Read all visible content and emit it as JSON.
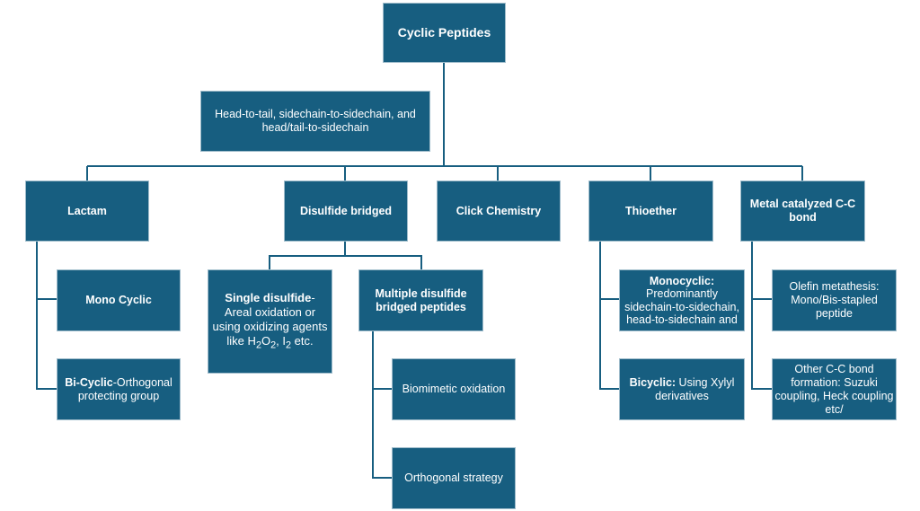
{
  "colors": {
    "box": "#175E80",
    "line": "#175E80",
    "text": "#FFFFFF"
  },
  "root": "Cyclic Peptides",
  "linkage": "Head-to-tail, sidechain-to-sidechain, and head/tail-to-sidechain",
  "categories": {
    "lactam": {
      "label": "Lactam",
      "children": {
        "mono": "Mono Cyclic",
        "bi_bold": "Bi-Cyclic",
        "bi_rest": "-Orthogonal protecting group"
      }
    },
    "disulfide": {
      "label": "Disulfide bridged",
      "single": {
        "bold": "Single disulfide",
        "rest": "- Areal oxidation or using oxidizing agents like",
        "h": "H",
        "sub2a": "2",
        "o": "O",
        "sub2b": "2",
        "comma_i": ", I",
        "sub2c": "2",
        "etc": " etc."
      },
      "multiple": {
        "label": "Multiple disulfide bridged peptides",
        "children": {
          "biomimetic": "Biomimetic oxidation",
          "orthogonal": "Orthogonal strategy"
        }
      }
    },
    "click": {
      "label": "Click Chemistry"
    },
    "thioether": {
      "label": "Thioether",
      "children": {
        "mono_bold": "Monocyclic:",
        "mono_rest": "Predominantly sidechain-to-sidechain, head-to-sidechain  and",
        "bi_bold": "Bicyclic:",
        "bi_rest": " Using Xylyl derivatives"
      }
    },
    "metal": {
      "label": "Metal catalyzed C-C bond",
      "children": {
        "olefin": "Olefin metathesis: Mono/Bis-stapled peptide",
        "other": "Other C-C bond formation: Suzuki coupling, Heck coupling etc/"
      }
    }
  }
}
